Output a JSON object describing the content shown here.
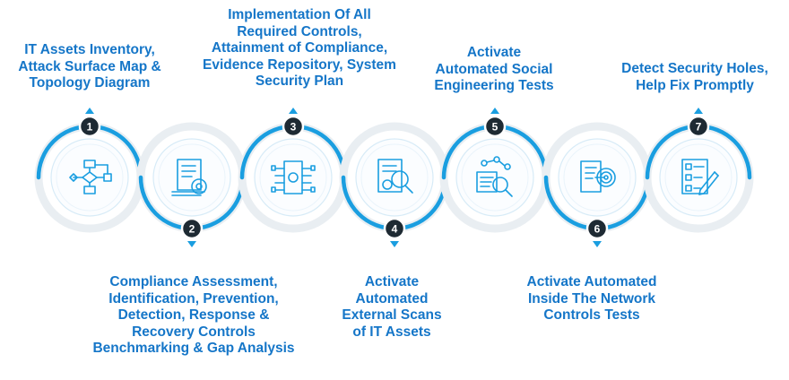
{
  "colors": {
    "accent": "#1a9ee0",
    "ring_gray": "#e9eef2",
    "text_blue": "#1576c8",
    "badge": "#1e2a33"
  },
  "steps": [
    {
      "number": "1",
      "icon": "flowchart-icon",
      "label": "IT Assets Inventory,\nAttack Surface Map &\nTopology Diagram"
    },
    {
      "number": "2",
      "icon": "document-gear-icon",
      "label": "Compliance Assessment,\nIdentification, Prevention,\nDetection, Response &\nRecovery Controls\nBenchmarking & Gap Analysis"
    },
    {
      "number": "3",
      "icon": "circuit-board-icon",
      "label": "Implementation Of All\nRequired Controls,\nAttainment of Compliance,\nEvidence Repository, System\nSecurity Plan"
    },
    {
      "number": "4",
      "icon": "scan-document-icon",
      "label": "Activate\nAutomated\nExternal Scans\nof IT Assets"
    },
    {
      "number": "5",
      "icon": "network-search-icon",
      "label": "Activate\nAutomated Social\nEngineering Tests"
    },
    {
      "number": "6",
      "icon": "target-report-icon",
      "label": "Activate Automated\nInside The Network\nControls Tests"
    },
    {
      "number": "7",
      "icon": "checklist-pen-icon",
      "label": "Detect Security Holes,\nHelp Fix Promptly"
    }
  ]
}
